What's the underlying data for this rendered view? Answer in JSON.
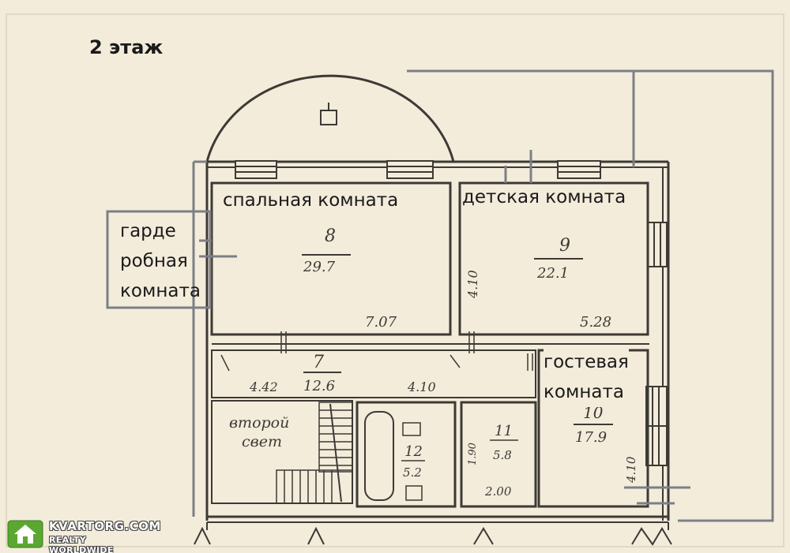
{
  "title": "2 этаж",
  "rooms": {
    "bedroom": {
      "label": "спальная комната",
      "number": "8",
      "area": "29.7",
      "dim": "7.07"
    },
    "kids": {
      "label": "детская комната",
      "number": "9",
      "area": "22.1",
      "dim": "5.28",
      "side_dim": "4.10"
    },
    "wardrobe": {
      "label": "гарде\nробная\nкомната"
    },
    "guest": {
      "label": "гостевая\nкомната",
      "number": "10",
      "area": "17.9",
      "side_dim": "4.10"
    },
    "hall": {
      "number": "7",
      "area": "12.6",
      "dim_left": "4.42",
      "dim_right": "4.10"
    },
    "bath": {
      "number": "12",
      "area": "5.2"
    },
    "room11": {
      "number": "11",
      "area": "5.8",
      "dim_bottom": "2.00",
      "dim_side": "1.90"
    },
    "second_light": {
      "text_line1": "второй",
      "text_line2": "свет"
    }
  },
  "logo": {
    "brand": "KVARTORG.COM",
    "tagline": "REALTY WORLDWIDE"
  },
  "colors": {
    "paper": "#f3ecdb",
    "ink": "#3d3a35",
    "overlay": "#7c7f84",
    "label": "#1a1a1a",
    "logo_green": "#5aa832"
  }
}
